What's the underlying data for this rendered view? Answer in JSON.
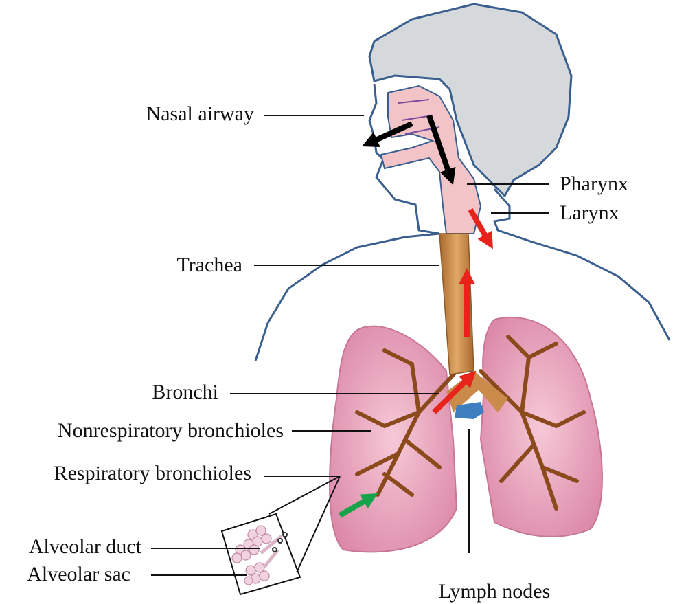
{
  "labels": {
    "nasal_airway": "Nasal airway",
    "pharynx": "Pharynx",
    "larynx": "Larynx",
    "trachea": "Trachea",
    "bronchi": "Bronchi",
    "nonrespiratory_bronchioles": "Nonrespiratory bronchioles",
    "respiratory_bronchioles": "Respiratory bronchioles",
    "alveolar_duct": "Alveolar duct",
    "alveolar_sac": "Alveolar sac",
    "lymph_nodes": "Lymph nodes"
  },
  "colors": {
    "outline": "#3a5f8f",
    "head_fill": "#d6d9dc",
    "airway": "#f2c4c8",
    "trachea": "#c98a4a",
    "lung": "#e9a3bd",
    "bronchial_tree": "#8a4a1c",
    "lymph_node": "#3e7fc0",
    "arrow_black": "#000000",
    "arrow_red": "#e8231c",
    "arrow_green": "#16a34a"
  }
}
